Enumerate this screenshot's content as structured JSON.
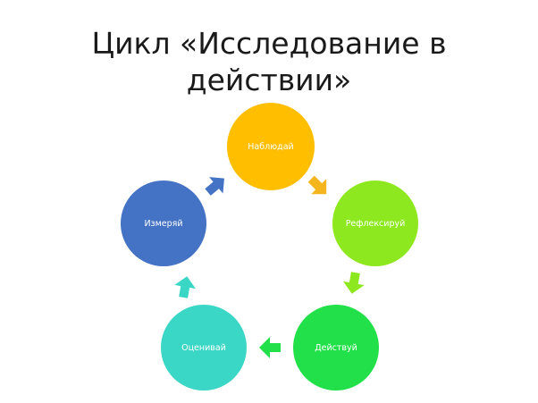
{
  "slide": {
    "title_line1": "Цикл «Исследование в",
    "title_line2": "действии»"
  },
  "cycle": {
    "nodes": [
      {
        "label": "Наблюдай",
        "color": "#FFBE00"
      },
      {
        "label": "Рефлексируй",
        "color": "#8EE81F"
      },
      {
        "label": "Действуй",
        "color": "#22E04A"
      },
      {
        "label": "Оценивай",
        "color": "#3AD6C6"
      },
      {
        "label": "Измеряй",
        "color": "#4472C4"
      }
    ],
    "arrows": [
      {
        "from": "Наблюдай",
        "to": "Рефлексируй",
        "color": "#F5B51F"
      },
      {
        "from": "Рефлексируй",
        "to": "Действуй",
        "color": "#8EE81F"
      },
      {
        "from": "Действуй",
        "to": "Оценивай",
        "color": "#22E04A"
      },
      {
        "from": "Оценивай",
        "to": "Измеряй",
        "color": "#3AD6C6"
      },
      {
        "from": "Измеряй",
        "to": "Наблюдай",
        "color": "#4472C4"
      }
    ]
  }
}
